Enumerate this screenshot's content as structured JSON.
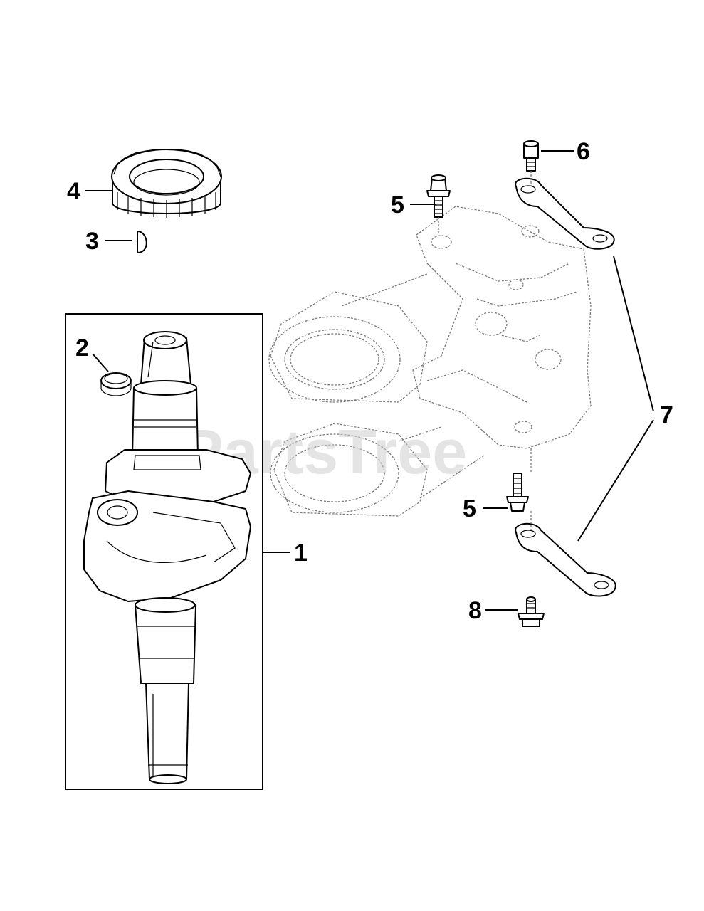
{
  "watermark": "PartsTree",
  "callouts": {
    "c1": "1",
    "c2": "2",
    "c3": "3",
    "c4": "4",
    "c5a": "5",
    "c5b": "5",
    "c6": "6",
    "c7": "7",
    "c8": "8"
  },
  "colors": {
    "line": "#000000",
    "ghost_line": "#7a7a7a",
    "watermark": "#cfcfcf",
    "background": "#ffffff"
  }
}
